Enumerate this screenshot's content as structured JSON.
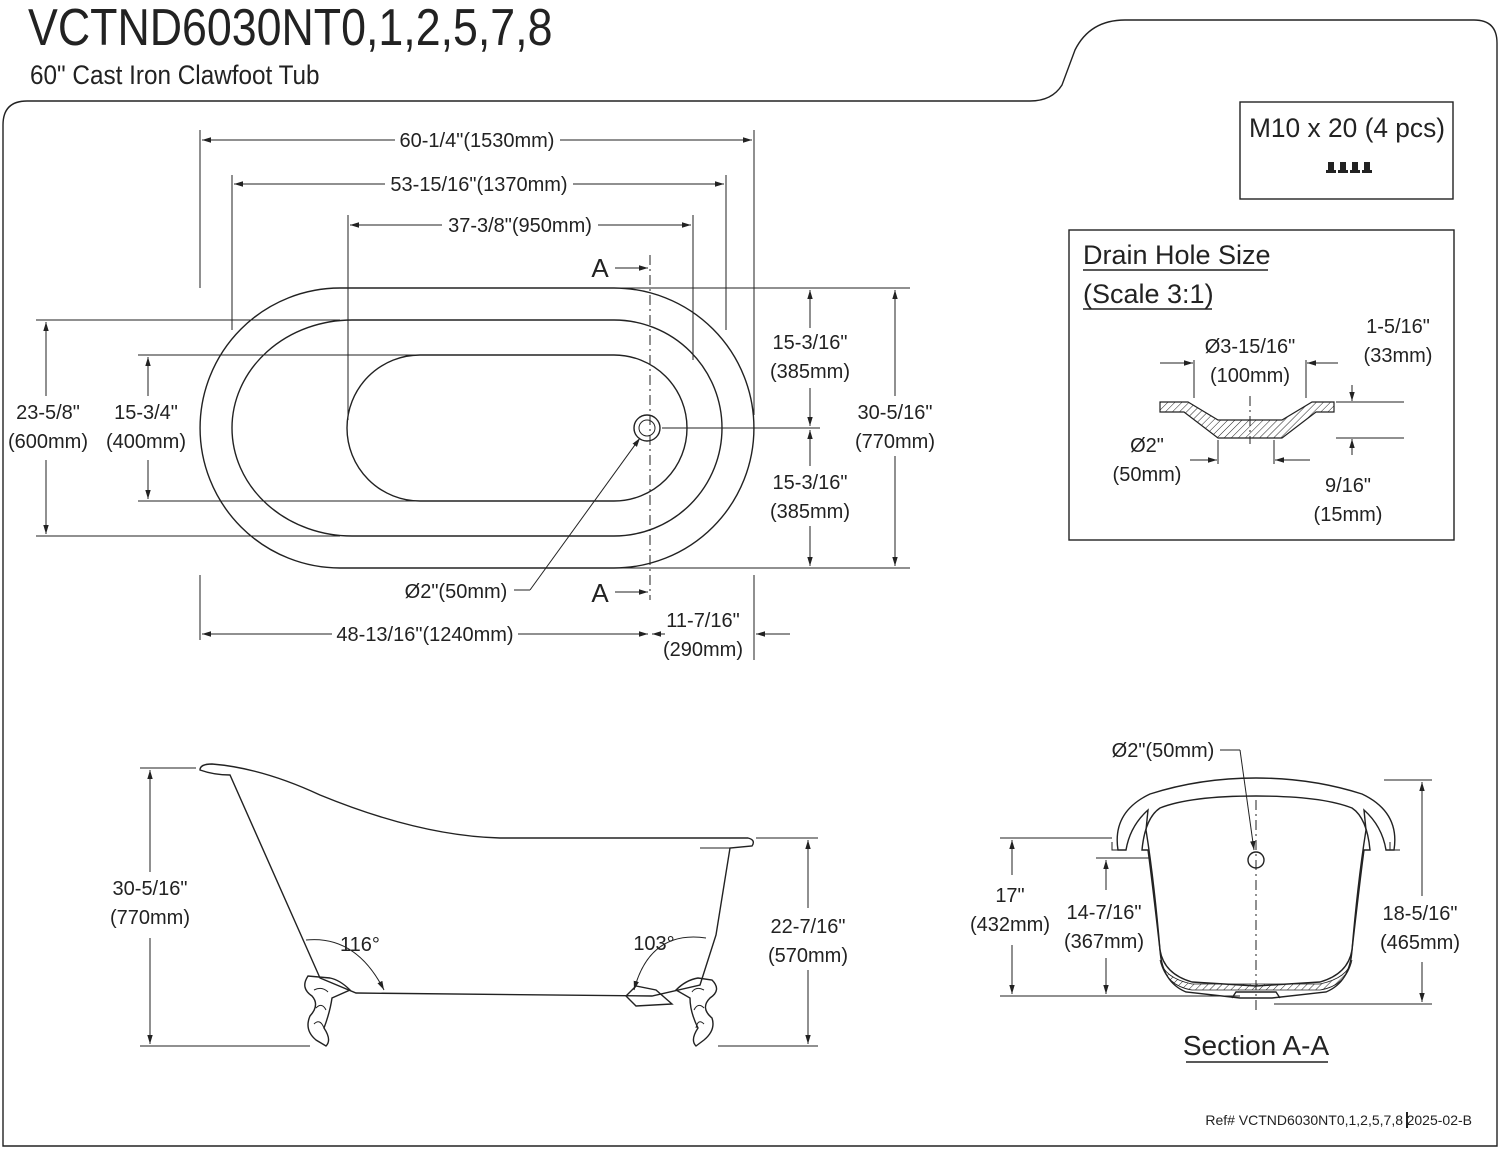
{
  "header": {
    "model": "VCTND6030NT0,1,2,5,7,8",
    "subtitle": "60\" Cast Iron Clawfoot Tub"
  },
  "hardware": {
    "label": "M10 x 20 (4 pcs)"
  },
  "drain_detail": {
    "title": "Drain Hole Size",
    "scale": "(Scale 3:1)",
    "outer_dia": "Ø3-15/16\"",
    "outer_dia_mm": "(100mm)",
    "flange_h": "1-5/16\"",
    "flange_h_mm": "(33mm)",
    "hole_dia": "Ø2\"",
    "hole_dia_mm": "(50mm)",
    "depth": "9/16\"",
    "depth_mm": "(15mm)"
  },
  "top_view": {
    "overall_length": "60-1/4\"(1530mm)",
    "rim_length": "53-15/16\"(1370mm)",
    "basin_length": "37-3/8\"(950mm)",
    "section_mark": "A",
    "half_width_top": "15-3/16\"",
    "half_width_top_mm": "(385mm)",
    "half_width_bottom": "15-3/16\"",
    "half_width_bottom_mm": "(385mm)",
    "overall_width": "30-5/16\"",
    "overall_width_mm": "(770mm)",
    "rim_width": "23-5/8\"",
    "rim_width_mm": "(600mm)",
    "basin_width": "15-3/4\"",
    "basin_width_mm": "(400mm)",
    "drain": "Ø2\"(50mm)",
    "drain_offset": "48-13/16\"(1240mm)",
    "end_offset": "11-7/16\"",
    "end_offset_mm": "(290mm)"
  },
  "side_view": {
    "overall_height": "30-5/16\"",
    "overall_height_mm": "(770mm)",
    "rim_height": "22-7/16\"",
    "rim_height_mm": "(570mm)",
    "angle_back": "116°",
    "angle_front": "103°"
  },
  "section_view": {
    "drain": "Ø2\"(50mm)",
    "height": "17\"",
    "height_mm": "(432mm)",
    "inner_depth": "14-7/16\"",
    "inner_depth_mm": "(367mm)",
    "outer_height": "18-5/16\"",
    "outer_height_mm": "(465mm)",
    "title": "Section A-A"
  },
  "footer": {
    "ref": "Ref# VCTND6030NT0,1,2,5,7,8",
    "revision": "2025-02-B"
  }
}
